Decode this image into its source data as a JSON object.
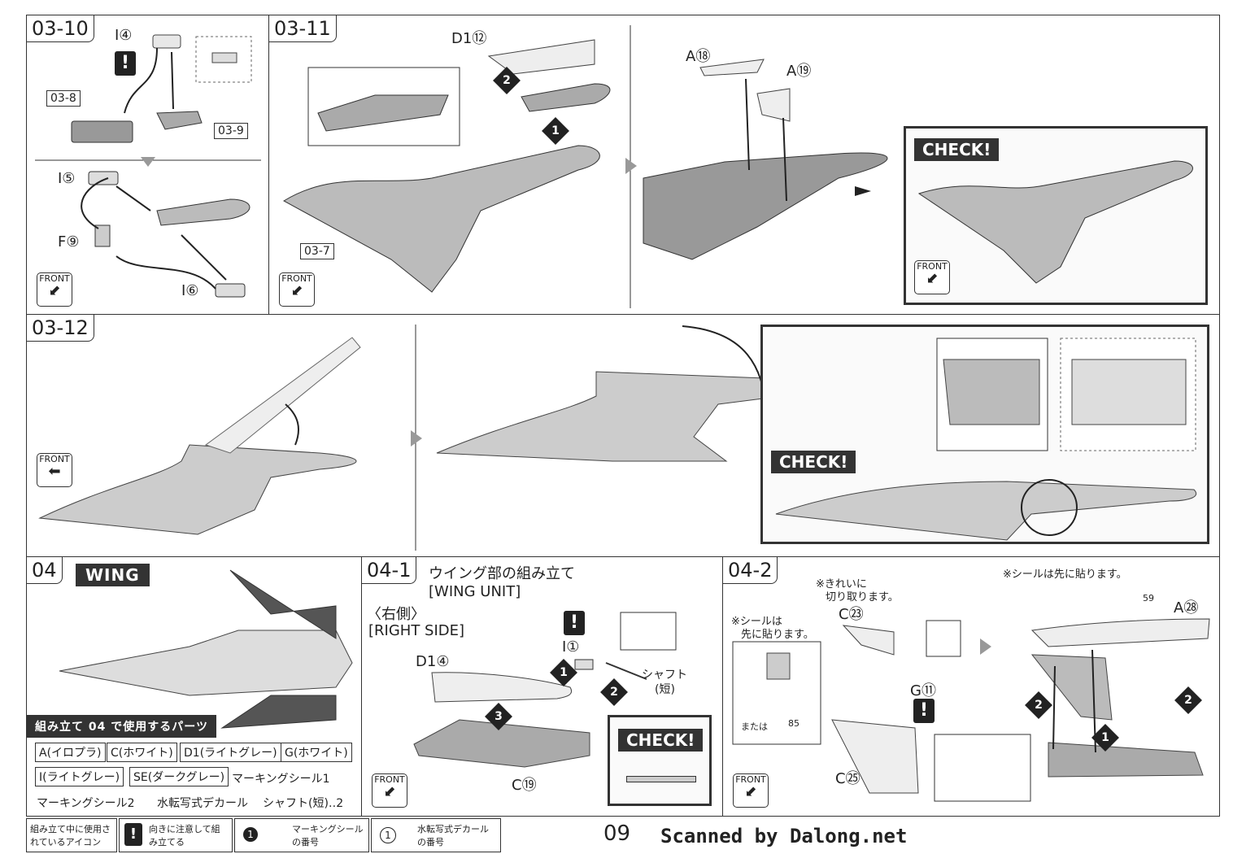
{
  "steps": {
    "s0310": {
      "tag": "03-10",
      "labels": [
        "I④",
        "03-8",
        "03-9",
        "I⑤",
        "F⑨",
        "I⑥"
      ]
    },
    "s0311": {
      "tag": "03-11",
      "labels": [
        "D1⑫",
        "03-7",
        "A⑱",
        "A⑲"
      ]
    },
    "s0312": {
      "tag": "03-12"
    },
    "s04": {
      "tag": "04",
      "title": "WING",
      "parts_heading": "組み立て 04 で使用するパーツ",
      "parts": [
        "A(イロプラ)",
        "C(ホワイト)",
        "D1(ライトグレー)",
        "G(ホワイト)",
        "I(ライトグレー)",
        "SE(ダークグレー)",
        "マーキングシール1",
        "マーキングシール2",
        "水転写式デカール",
        "シャフト(短)‥2"
      ]
    },
    "s041": {
      "tag": "04-1",
      "title_jp": "ウイング部の組み立て",
      "title_en": "[WING UNIT]",
      "side_jp": "〈右側〉",
      "side_en": "[RIGHT SIDE]",
      "labels": [
        "D1④",
        "I①",
        "シャフト",
        "(短)",
        "C⑲"
      ]
    },
    "s042": {
      "tag": "04-2",
      "note1": "※きれいに",
      "note1b": "切り取ります。",
      "note2": "※シールは",
      "note2b": "先に貼ります。",
      "note3": "※シールは先に貼ります。",
      "labels": [
        "C㉓",
        "G⑪",
        "C㉕",
        "A㉘",
        "または",
        "59",
        "85"
      ]
    }
  },
  "common": {
    "check_label": "CHECK!",
    "front_label": "FRONT"
  },
  "footer": {
    "icons_label": "組み立て中に使用されているアイコン",
    "icon1": "向きに注意して組み立てる",
    "icon2": "マーキングシールの番号",
    "icon3": "水転写式デカールの番号",
    "page_number": "09",
    "credit": "Scanned by Dalong.net"
  }
}
